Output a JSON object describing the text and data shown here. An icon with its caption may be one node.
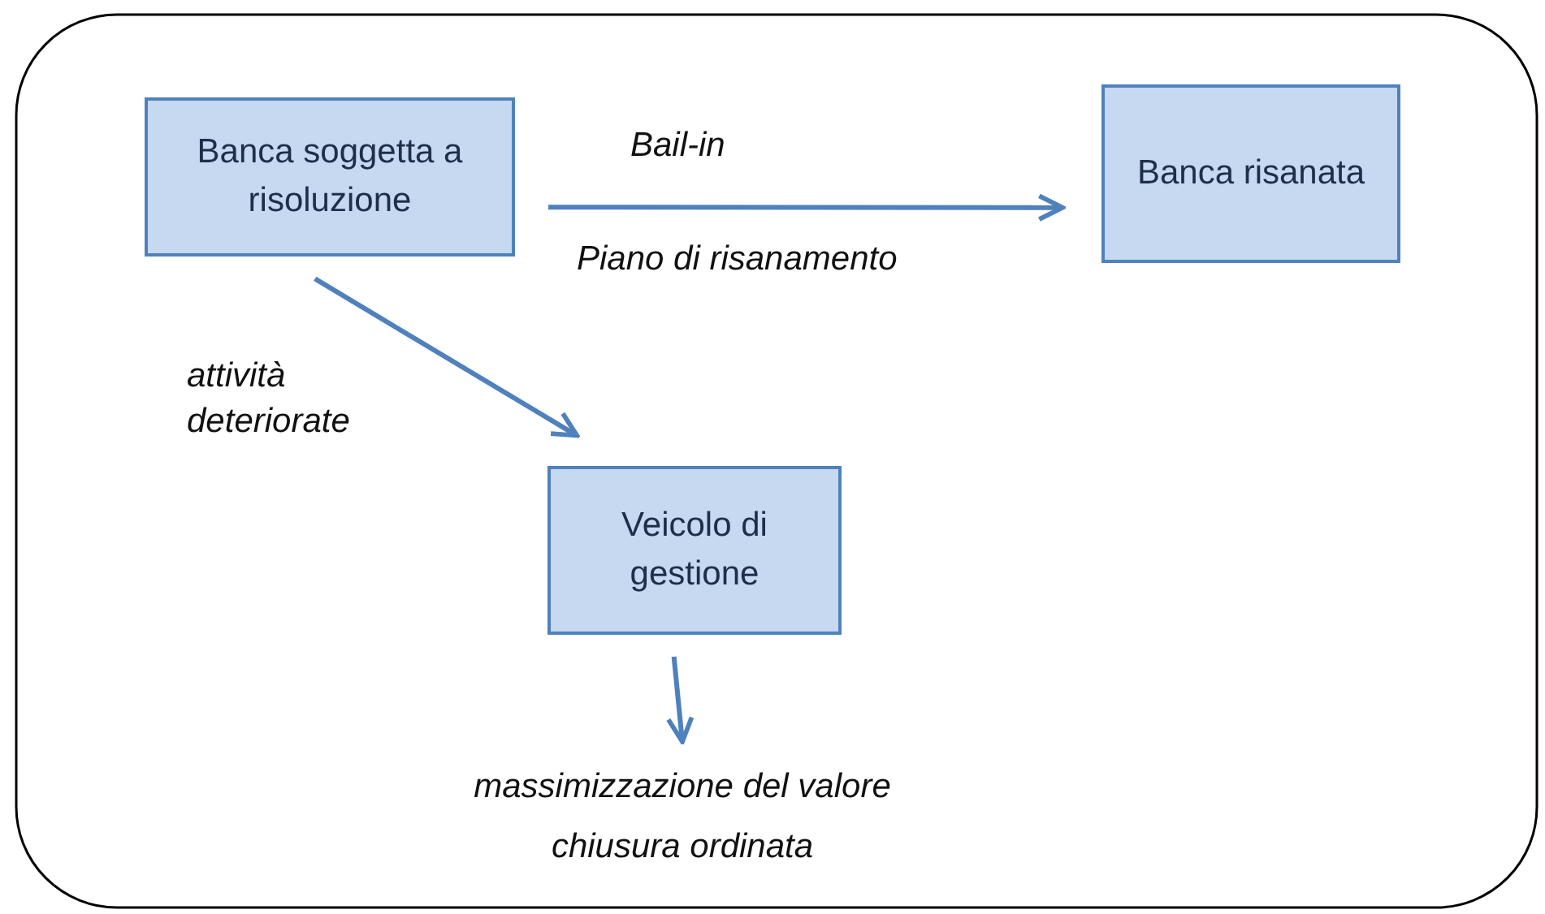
{
  "diagram": {
    "nodes": [
      {
        "text": [
          "Banca soggetta a risoluzione"
        ]
      },
      {
        "text": [
          "Banca risanata"
        ]
      },
      {
        "text": [
          "Veicolo di gestione"
        ]
      },
      {
        "text": [
          "massimizzazione del valore",
          "chiusura ordinata"
        ]
      }
    ],
    "edges": [
      {
        "from": 0,
        "to": 1,
        "arrow": "to",
        "label": "Bail-in"
      },
      {
        "from": 0,
        "to": 2,
        "arrow": "to",
        "label": "attività deteriorate"
      },
      {
        "from": 2,
        "to": 3,
        "arrow": "to"
      }
    ],
    "labels": [
      "Piano di risanamento"
    ]
  }
}
